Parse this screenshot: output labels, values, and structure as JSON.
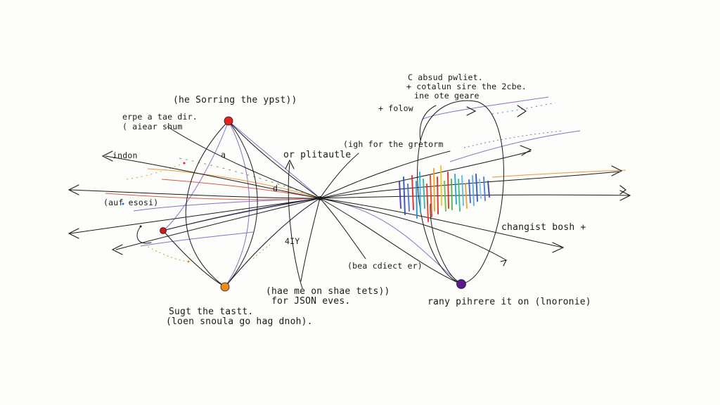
{
  "labels": {
    "top_center": "(he Sorring the ypst))",
    "left_note_1": "erpe a tae dir.",
    "left_note_2": "( aiear shum",
    "left_arrow": "indon",
    "left_mid": "(auf esosi)",
    "small_a": "a",
    "small_d": "d",
    "plate_label": "or plitautle",
    "high_label": "(igh for the gretorm",
    "right_note_1": "C absud pwliet.",
    "right_note_2": "+ cotalun sire the 2cbe.",
    "right_note_3": "ine ote geare",
    "folow_label": "+ folow",
    "right_mid": "changist bosh +",
    "hy_label": "4IY",
    "beo_label": "(bea cdiect er)",
    "bottom_mid_1": "(hae me on shae tets))",
    "bottom_mid_2": "for JSON eves.",
    "bottom_left_1": "Sugt the tastt.",
    "bottom_left_2": "(loen snoula go hag dnoh).",
    "bottom_right": "rany pihrere it on (lnoronie)"
  },
  "colors": {
    "ink": "#1a1a1a",
    "node_top": "#e0261c",
    "node_left": "#c81e1e",
    "node_bottom": "#f08a1c",
    "node_right": "#5a1a8a",
    "line_purple": "#8a6fc4",
    "line_orange": "#e8963c",
    "line_red": "#d65a4a"
  },
  "icons": [
    "arrowhead-icon",
    "node-dot-icon",
    "spectrum-burst-icon"
  ]
}
